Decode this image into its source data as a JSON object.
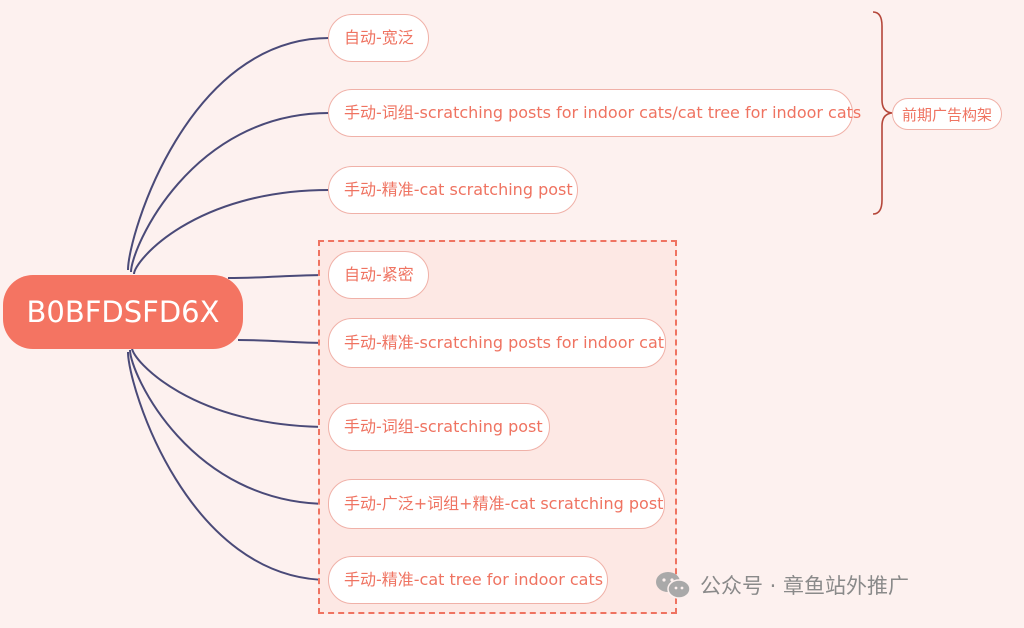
{
  "mindmap": {
    "root": "B0BFDSFD6X",
    "branches": [
      "自动-宽泛",
      "手动-词组-scratching posts for indoor cats/cat tree for indoor cats",
      "手动-精准-cat scratching post",
      "自动-紧密",
      "手动-精准-scratching posts for indoor cat",
      "手动-词组-scratching post",
      "手动-广泛+词组+精准-cat scratching post",
      "手动-精准-cat tree for indoor cats"
    ],
    "summary": "前期广告构架"
  },
  "watermark": {
    "text": "公众号 · 章鱼站外推广",
    "icon": "wechat-icon"
  },
  "colors": {
    "background": "#fdf1ef",
    "accent": "#f47462",
    "node_text": "#ef7361",
    "node_border": "#f0b1a8",
    "connector": "#4a4a78",
    "brace": "#b5473a"
  }
}
